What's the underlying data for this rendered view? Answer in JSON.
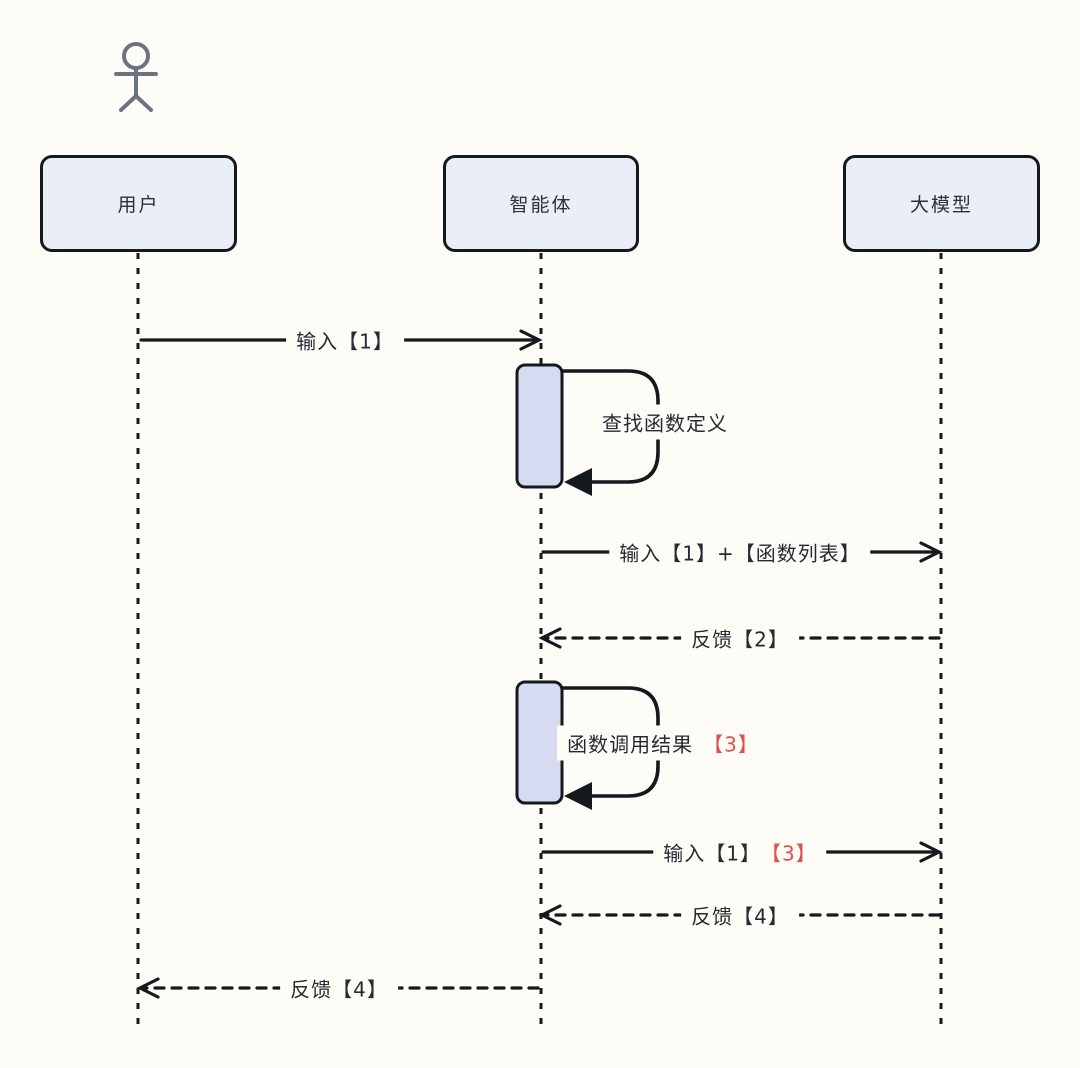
{
  "diagram_type": "sequence-diagram",
  "participants": [
    {
      "id": "user",
      "label": "用户"
    },
    {
      "id": "agent",
      "label": "智能体"
    },
    {
      "id": "llm",
      "label": "大模型"
    }
  ],
  "icons": {
    "actor": "stick-figure-person"
  },
  "messages": [
    {
      "label": "输入【1】",
      "from": "用户",
      "to": "智能体",
      "style": "solid",
      "type": "message"
    },
    {
      "label": "查找函数定义",
      "from": "智能体",
      "to": "智能体",
      "style": "solid",
      "type": "self-loop"
    },
    {
      "label": "输入【1】+【函数列表】",
      "from": "智能体",
      "to": "大模型",
      "style": "solid",
      "type": "message"
    },
    {
      "label": "反馈【2】",
      "from": "大模型",
      "to": "智能体",
      "style": "dashed",
      "type": "message"
    },
    {
      "label": "函数调用结果",
      "highlight": "【3】",
      "from": "智能体",
      "to": "智能体",
      "style": "solid",
      "type": "self-loop"
    },
    {
      "label": "输入【1】",
      "highlight": "【3】",
      "from": "智能体",
      "to": "大模型",
      "style": "solid",
      "type": "message"
    },
    {
      "label": "反馈【4】",
      "from": "大模型",
      "to": "智能体",
      "style": "dashed",
      "type": "message"
    },
    {
      "label": "反馈【4】",
      "from": "智能体",
      "to": "用户",
      "style": "dashed",
      "type": "message"
    }
  ],
  "colors": {
    "background": "#fdfcf6",
    "participant_fill": "#e9eef7",
    "activation_fill": "#d7dbf2",
    "line": "#15181d",
    "text": "#262b33",
    "accent_red": "#d9534f",
    "actor_gray": "#6b7280"
  }
}
